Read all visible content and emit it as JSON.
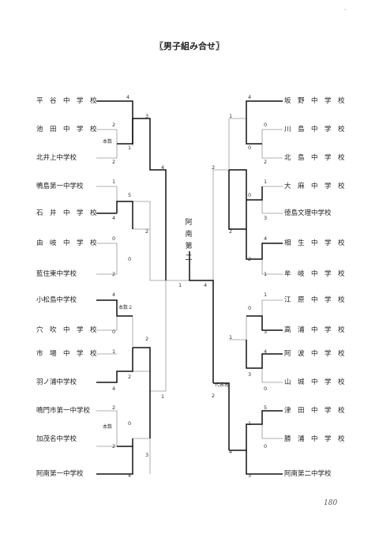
{
  "title": "〖男子組み合せ〗",
  "champion": [
    "阿",
    "南",
    "第",
    "二"
  ],
  "page_number": "180",
  "corner_mark": "、",
  "left_schools": [
    "平　谷　中　学　校",
    "池　田　中　学　校",
    "北井上中学校",
    "鴨島第一中学校",
    "石　井　中　学　校",
    "由　岐　中　学　校",
    "藍住東中学校",
    "小松島中学校",
    "穴　吹　中　学　校",
    "市　場　中　学　校",
    "羽ノ浦中学校",
    "鳴門市第一中学校",
    "加茂名中学校",
    "阿南第一中学校"
  ],
  "right_schools": [
    "坂　野　中　学　校",
    "川　島　中　学　校",
    "北　島　中　学　校",
    "大　麻　中　学　校",
    "徳島文理中学校",
    "相　生　中　学　校",
    "牟　岐　中　学　校",
    "江　原　中　学　校",
    "高　浦　中　学　校",
    "阿　波　中　学　校",
    "山　城　中　学　校",
    "津　田　中　学　校",
    "勝　浦　中　学　校",
    "阿南第二中学校"
  ],
  "notes": {
    "n1": "本数",
    "n2": "本数２",
    "n3": "本数",
    "n4": "代表者"
  },
  "scores": {
    "l1": "4",
    "l2": "2",
    "l3": "2",
    "l4": "1",
    "l5": "4",
    "l6": "0",
    "l7": "2",
    "l8": "4",
    "l9": "0",
    "l10": "1",
    "l11": "4",
    "l12": "2",
    "l13": "2",
    "l14": "4",
    "la": "1",
    "lb": "5",
    "lc": "0",
    "ld": "2",
    "le": "0",
    "lf": "3",
    "lg": "2",
    "lh": "2",
    "li": "3",
    "lj": "4",
    "lk": "1",
    "lfinal": "1",
    "rfinal": "4",
    "r1": "4",
    "r2": "0",
    "r3": "2",
    "r4": "1",
    "r5": "3",
    "r6": "4",
    "r7": "1",
    "r8": "1",
    "r9": "3",
    "r10": "4",
    "r11": "0",
    "r12": "5",
    "r13": "0",
    "r14": "3",
    "ra": "0",
    "rb": "0",
    "rc": "2",
    "rd": "0",
    "re": "3",
    "rf": "1",
    "rg": "1",
    "rh": "2",
    "ri": "1",
    "rj": "4",
    "rk": "2",
    "rl": "2"
  }
}
